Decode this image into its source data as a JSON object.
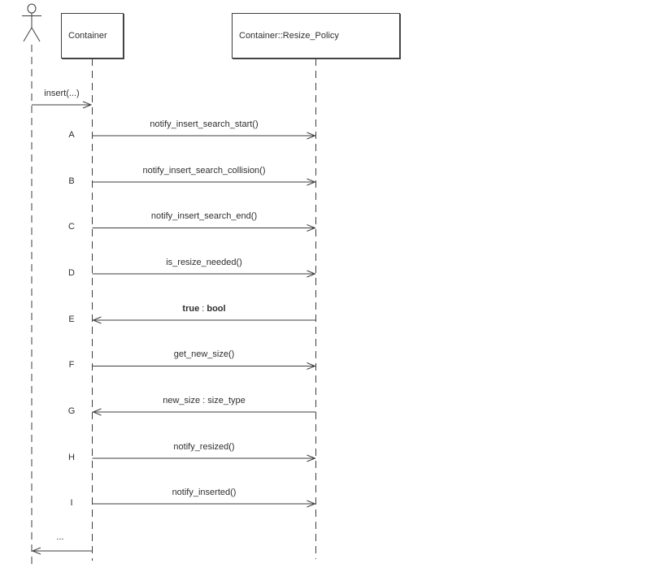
{
  "diagram": {
    "kind": "uml-sequence-diagram",
    "background_color": "#ffffff",
    "line_color": "#3d3d3d",
    "text_color": "#2f2f2f",
    "participants": [
      {
        "id": "user",
        "type": "actor",
        "label": ""
      },
      {
        "id": "container",
        "type": "object",
        "label": "Container"
      },
      {
        "id": "resize-policy",
        "type": "object",
        "label": "Container::Resize_Policy"
      }
    ],
    "messages": [
      {
        "letter": "",
        "label": "insert(...)",
        "from": "user",
        "to": "container",
        "direction": "right"
      },
      {
        "letter": "A",
        "label": "notify_insert_search_start()",
        "from": "container",
        "to": "resize-policy",
        "direction": "right"
      },
      {
        "letter": "B",
        "label": "notify_insert_search_collision()",
        "from": "container",
        "to": "resize-policy",
        "direction": "right"
      },
      {
        "letter": "C",
        "label": "notify_insert_search_end()",
        "from": "container",
        "to": "resize-policy",
        "direction": "right"
      },
      {
        "letter": "D",
        "label": "is_resize_needed()",
        "from": "container",
        "to": "resize-policy",
        "direction": "right"
      },
      {
        "letter": "E",
        "label": "true : bool",
        "parts": [
          "true",
          " : ",
          "bool"
        ],
        "emphasis": "bold-words",
        "from": "resize-policy",
        "to": "container",
        "direction": "left"
      },
      {
        "letter": "F",
        "label": "get_new_size()",
        "from": "container",
        "to": "resize-policy",
        "direction": "right"
      },
      {
        "letter": "G",
        "label": "new_size : size_type",
        "from": "resize-policy",
        "to": "container",
        "direction": "left"
      },
      {
        "letter": "H",
        "label": "notify_resized()",
        "from": "container",
        "to": "resize-policy",
        "direction": "right"
      },
      {
        "letter": "I",
        "label": "notify_inserted()",
        "from": "container",
        "to": "resize-policy",
        "direction": "right"
      },
      {
        "letter": "",
        "label": "...",
        "from": "container",
        "to": "user",
        "direction": "left"
      }
    ]
  }
}
